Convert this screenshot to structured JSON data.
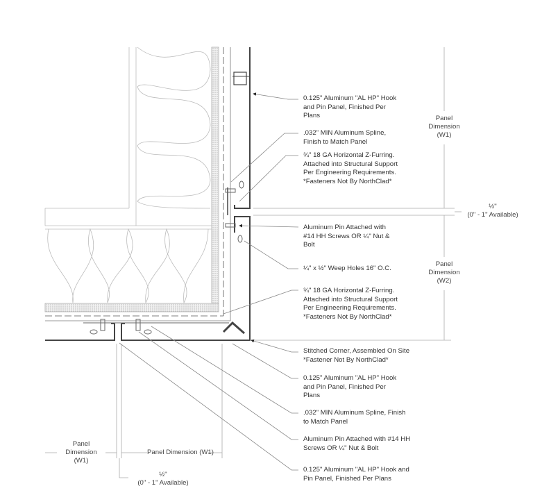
{
  "notes": [
    "0.125\" Aluminum \"AL HP\" Hook\nand Pin Panel, Finished Per\nPlans",
    ".032\" MIN Aluminum Spline,\nFinish to Match Panel",
    "¾\" 18 GA Horizontal Z-Furring.\nAttached into Structural Support\nPer Engineering Requirements.\n*Fasteners Not By NorthClad*",
    "Aluminum Pin Attached with\n#14 HH Screws OR ¼\" Nut &\nBolt",
    "¼\" x ½\" Weep Holes 16\" O.C.",
    "¾\" 18 GA Horizontal Z-Furring.\nAttached into Structural Support\nPer Engineering Requirements.\n*Fasteners Not By NorthClad*",
    "Stitched Corner, Assembled On Site\n*Fastener Not By NorthClad*",
    "0.125\" Aluminum \"AL HP\" Hook\nand Pin Panel, Finished Per\nPlans",
    ".032\" MIN Aluminum Spline, Finish\nto Match Panel",
    "Aluminum Pin Attached with #14 HH\nScrews OR ¼\" Nut & Bolt",
    "0.125\" Aluminum \"AL HP\" Hook and\nPin Panel, Finished Per Plans"
  ],
  "dimensions": {
    "vertical_w1": "Panel\nDimension\n(W1)",
    "vertical_gap": "½\"\n(0\" - 1\" Available)",
    "vertical_w2": "Panel\nDimension\n(W2)",
    "horizontal_left_w1": "Panel\nDimension\n(W1)",
    "horizontal_w1": "Panel Dimension (W1)",
    "horizontal_gap": "½\"\n(0\" - 1\" Available)"
  }
}
